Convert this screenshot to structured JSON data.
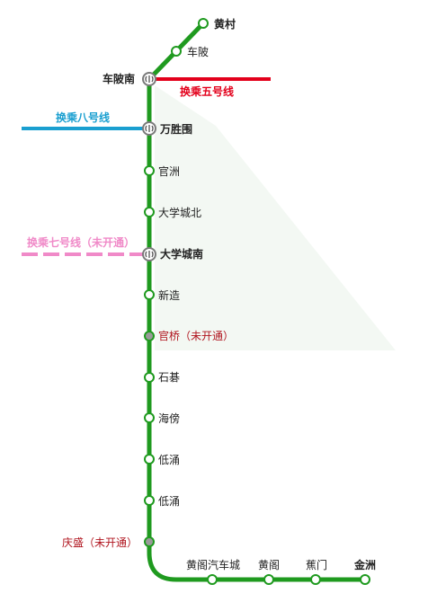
{
  "line_color": "#1f9a1f",
  "closed_station_color": "#9a9a9a",
  "stations": [
    {
      "name": "黄村",
      "status": "open"
    },
    {
      "name": "车陂",
      "status": "open"
    },
    {
      "name": "车陂南",
      "status": "interchange"
    },
    {
      "name": "万胜围",
      "status": "interchange"
    },
    {
      "name": "官洲",
      "status": "open"
    },
    {
      "name": "大学城北",
      "status": "open"
    },
    {
      "name": "大学城南",
      "status": "interchange"
    },
    {
      "name": "新造",
      "status": "open"
    },
    {
      "name": "官桥（未开通）",
      "status": "not_open"
    },
    {
      "name": "石碁",
      "status": "open"
    },
    {
      "name": "海傍",
      "status": "open"
    },
    {
      "name": "低涌",
      "status": "open"
    },
    {
      "name": "低涌",
      "status": "open"
    },
    {
      "name": "庆盛（未开通）",
      "status": "not_open"
    },
    {
      "name": "黄阁汽车城",
      "status": "open"
    },
    {
      "name": "黄阁",
      "status": "open"
    },
    {
      "name": "蕉门",
      "status": "open"
    },
    {
      "name": "金洲",
      "status": "open"
    }
  ],
  "transfers": [
    {
      "label": "换乘五号线",
      "color": "#e3001b",
      "style": "solid"
    },
    {
      "label": "换乘八号线",
      "color": "#1a9fd0",
      "style": "solid"
    },
    {
      "label": "换乘七号线（未开通）",
      "color": "#f08ac8",
      "style": "dashed"
    }
  ]
}
